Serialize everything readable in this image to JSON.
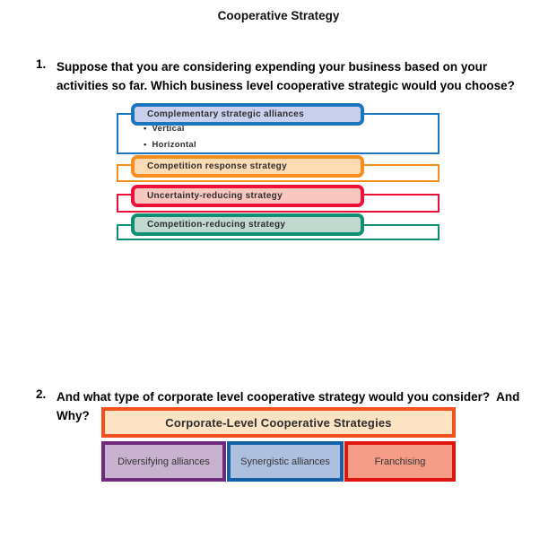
{
  "page": {
    "title": "Cooperative Strategy"
  },
  "questions": [
    {
      "number": "1.",
      "text": "Suppose that you are considering expending your business based on your activities so far. Which business level cooperative strategic would you choose?"
    },
    {
      "number": "2.",
      "text": "And what type of corporate level cooperative strategy would you consider?  And Why?"
    }
  ],
  "business_level_diagram": {
    "rows": [
      {
        "label": "Complementary strategic alliances",
        "border_color": "#1b75bf",
        "fill_color": "#c9d0ed",
        "bullets": [
          "Vertical",
          "Horizontal"
        ]
      },
      {
        "label": "Competition response strategy",
        "border_color": "#f78f1e",
        "fill_color": "#fddcb5"
      },
      {
        "label": "Uncertainty-reducing strategy",
        "border_color": "#ee1037",
        "fill_color": "#f9c7c0"
      },
      {
        "label": "Competition-reducing strategy",
        "border_color": "#0c8f72",
        "fill_color": "#c1d9ce"
      }
    ]
  },
  "corporate_level_diagram": {
    "title": "Corporate-Level Cooperative Strategies",
    "title_border_color": "#f1511c",
    "title_fill_color": "#fce3c3",
    "boxes": [
      {
        "label": "Diversifying alliances",
        "border_color": "#702b7e",
        "fill_color": "#c9b2cf"
      },
      {
        "label": "Synergistic alliances",
        "border_color": "#1160a8",
        "fill_color": "#aec0e0"
      },
      {
        "label": "Franchising",
        "border_color": "#df150f",
        "fill_color": "#f59c87"
      }
    ]
  }
}
